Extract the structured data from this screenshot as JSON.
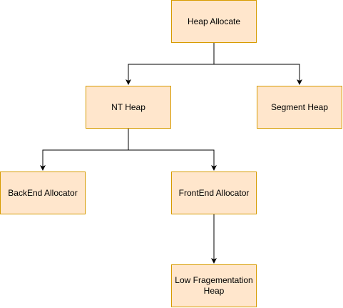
{
  "colors": {
    "node_fill": "#ffe6cc",
    "node_stroke": "#d79b00",
    "edge": "#000000"
  },
  "nodes": {
    "heap_allocate": "Heap Allocate",
    "nt_heap": "NT Heap",
    "segment_heap": "Segment Heap",
    "backend_allocator": "BackEnd Allocator",
    "frontend_allocator": "FrontEnd Allocator",
    "low_fragmentation_heap": "Low Fragementation Heap"
  },
  "edges": [
    {
      "from": "heap_allocate",
      "to": "nt_heap"
    },
    {
      "from": "heap_allocate",
      "to": "segment_heap"
    },
    {
      "from": "nt_heap",
      "to": "backend_allocator"
    },
    {
      "from": "nt_heap",
      "to": "frontend_allocator"
    },
    {
      "from": "frontend_allocator",
      "to": "low_fragmentation_heap"
    }
  ]
}
